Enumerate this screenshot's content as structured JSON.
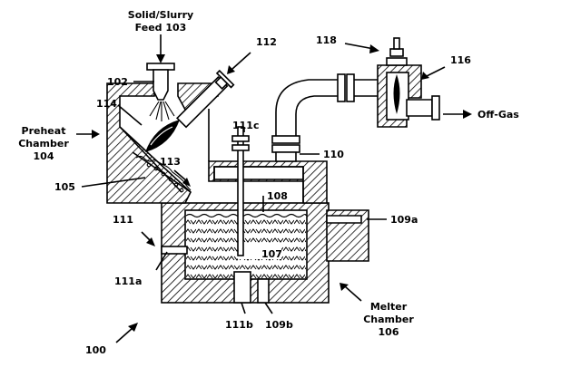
{
  "labels": {
    "solid_slurry_feed": "Solid/Slurry",
    "feed_103": "Feed 103",
    "l_102": "102",
    "l_112": "112",
    "l_118": "118",
    "l_116": "116",
    "l_114": "114",
    "l_111c": "111c",
    "preheat": "Preheat",
    "chamber_104": "Chamber",
    "n_104": "104",
    "l_113": "113",
    "l_110": "110",
    "off_gas": "Off-Gas",
    "l_105": "105",
    "l_108": "108",
    "l_111": "111",
    "l_109a": "109a",
    "l_107": "107",
    "l_111a": "111a",
    "melter": "Melter",
    "chamber_106": "Chamber",
    "n_106": "106",
    "l_111b": "111b",
    "l_109b": "109b",
    "l_100": "100"
  }
}
